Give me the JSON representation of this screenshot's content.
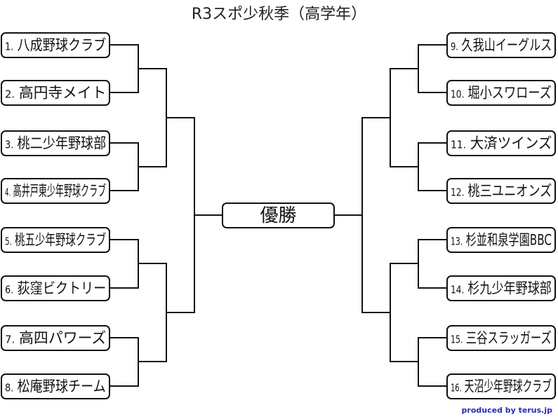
{
  "title": "R3スポ少秋季（高学年）",
  "champion_label": "優勝",
  "credit": "produced by terus.jp",
  "left_teams": [
    {
      "num": "1.",
      "name": "八成野球クラブ"
    },
    {
      "num": "2.",
      "name": "高円寺メイト"
    },
    {
      "num": "3.",
      "name": "桃二少年野球部"
    },
    {
      "num": "4.",
      "name": "高井戸東少年野球クラブ"
    },
    {
      "num": "5.",
      "name": "桃五少年野球クラブ"
    },
    {
      "num": "6.",
      "name": "荻窪ビクトリー"
    },
    {
      "num": "7.",
      "name": "高四パワーズ"
    },
    {
      "num": "8.",
      "name": "松庵野球チーム"
    }
  ],
  "right_teams": [
    {
      "num": "9.",
      "name": "久我山イーグルス"
    },
    {
      "num": "10.",
      "name": "堀小スワローズ"
    },
    {
      "num": "11.",
      "name": "大済ツインズ"
    },
    {
      "num": "12.",
      "name": "桃三ユニオンズ"
    },
    {
      "num": "13.",
      "name": "杉並和泉学園BBC"
    },
    {
      "num": "14.",
      "name": "杉九少年野球部"
    },
    {
      "num": "15.",
      "name": "三谷スラッガーズ"
    },
    {
      "num": "16.",
      "name": "天沼少年野球クラブ"
    }
  ]
}
